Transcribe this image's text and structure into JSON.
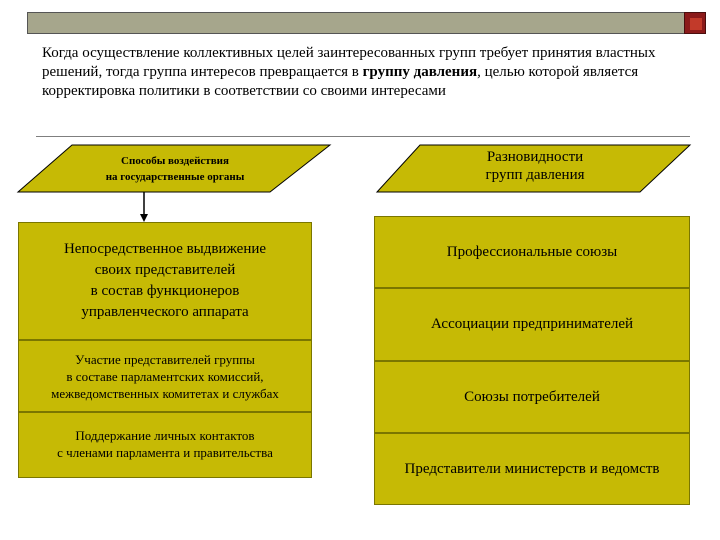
{
  "intro": {
    "part1": "Когда осуществление коллективных целей заинтересованных групп требует принятия властных решений, тогда группа интересов превращается в ",
    "bold1": "группу давления",
    "part2": ", целью которой является корректировка политики в соответствии со своими интересами"
  },
  "left_column": {
    "header_line1": "Способы воздействия",
    "header_line2": "на государственные органы",
    "items": [
      {
        "lines": [
          "Непосредственное выдвижение",
          "своих представителей",
          "в состав функционеров",
          "управленческого аппарата"
        ]
      },
      {
        "lines": [
          "Участие представителей группы",
          "в составе парламентских комиссий,",
          "межведомственных комитетах и службах"
        ]
      },
      {
        "lines": [
          "Поддержание личных контактов",
          "с членами парламента и правительства"
        ]
      }
    ]
  },
  "right_column": {
    "header_line1": "Разновидности",
    "header_line2": "групп давления",
    "items": [
      {
        "label": "Профессиональные союзы"
      },
      {
        "label": "Ассоциации предпринимателей"
      },
      {
        "label": "Союзы потребителей"
      },
      {
        "label": "Представители министерств и ведомств"
      }
    ]
  },
  "colors": {
    "box_fill": "#c6ba05",
    "box_border": "#7a7600",
    "top_bar": "#a6a68c",
    "accent_square": "#8b1a1a"
  }
}
